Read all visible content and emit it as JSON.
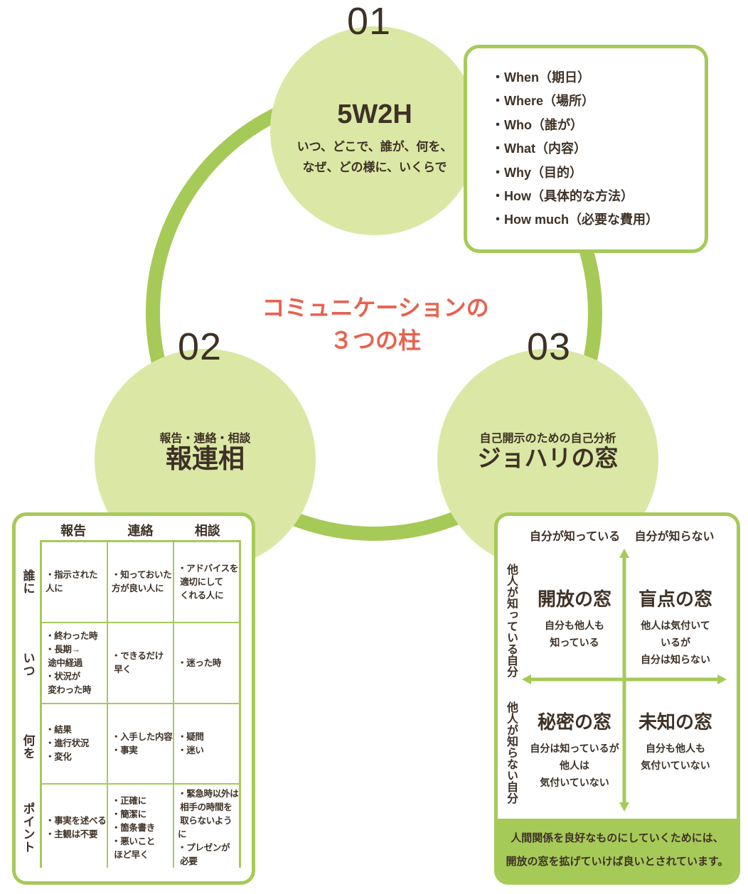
{
  "colors": {
    "green": "#a6ca58",
    "circle-fill": "#dbe8a5",
    "dark": "#3e3126",
    "red": "#e8614e",
    "white": "#ffffff"
  },
  "main_title": "コミュニケーションの\n３つの柱",
  "pillars": [
    {
      "number": "01",
      "title": "5W2H",
      "subtitle": "いつ、どこで、誰が、何を、\nなぜ、どの様に、いくらで",
      "items": [
        "・When（期日）",
        "・Where（場所）",
        "・Who（誰が）",
        "・What（内容）",
        "・Why（目的）",
        "・How（具体的な方法）",
        "・How much（必要な費用）"
      ]
    },
    {
      "number": "02",
      "subtitle": "報告・連絡・相談",
      "title": "報連相",
      "table": {
        "col_headers": [
          "報告",
          "連絡",
          "相談"
        ],
        "row_headers": [
          "誰に",
          "いつ",
          "何を",
          "ポイント"
        ],
        "cells": [
          [
            "・指示された\n人に",
            "・知っておいた\n方が良い人に",
            "・アドバイスを\n 適切にして\n くれる人に"
          ],
          [
            "・終わった時\n・長期→\n 途中経過\n・状況が\n 変わった時",
            "・できるだけ\n 早く",
            "・迷った時"
          ],
          [
            "・結果\n・進行状況\n・変化",
            "・入手した内容\n・事実",
            "・疑問\n・迷い"
          ],
          [
            "・事実を述べる\n・主観は不要",
            "・正確に\n・簡潔に\n・箇条書き\n・悪いこと\n ほど早く",
            "・緊急時以外は\n 相手の時間を\n 取らないように\n・プレゼンが\n 必要"
          ]
        ]
      }
    },
    {
      "number": "03",
      "subtitle": "自己開示のための自己分析",
      "title": "ジョハリの窓",
      "johari": {
        "col_headers": [
          "自分が知っている",
          "自分が知らない"
        ],
        "row_headers": [
          "他人が知っている自分",
          "他人が知らない自分"
        ],
        "quadrants": [
          {
            "title": "開放の窓",
            "desc": "自分も他人も\n知っている"
          },
          {
            "title": "盲点の窓",
            "desc": "他人は気付いて\nいるが\n自分は知らない"
          },
          {
            "title": "秘密の窓",
            "desc": "自分は知っているが\n他人は\n気付いていない"
          },
          {
            "title": "未知の窓",
            "desc": "自分も他人も\n気付いていない"
          }
        ],
        "footer": "人間関係を良好なものにしていくためには、\n開放の窓を拡げていけば良いとされています。"
      }
    }
  ]
}
